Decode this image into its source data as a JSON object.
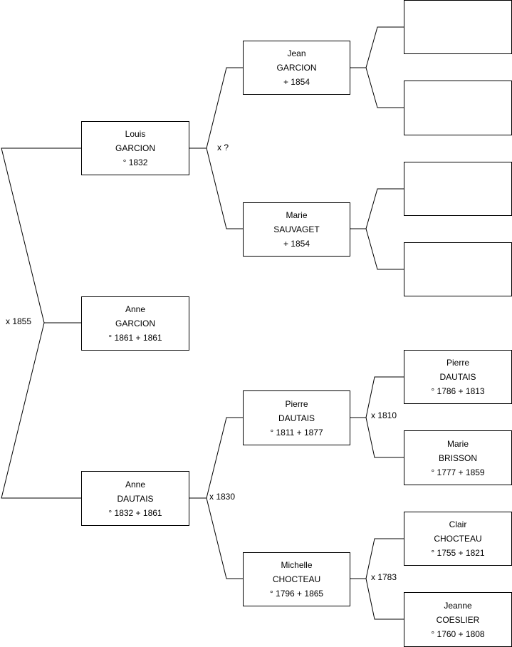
{
  "persons": {
    "anne_garcion": {
      "first": "Anne",
      "last": "GARCION",
      "dates": "° 1861 + 1861"
    },
    "louis_garcion": {
      "first": "Louis",
      "last": "GARCION",
      "dates": "° 1832"
    },
    "anne_dautais": {
      "first": "Anne",
      "last": "DAUTAIS",
      "dates": "° 1832 + 1861"
    },
    "jean_garcion": {
      "first": "Jean",
      "last": "GARCION",
      "dates": "+ 1854"
    },
    "marie_sauvaget": {
      "first": "Marie",
      "last": "SAUVAGET",
      "dates": "+ 1854"
    },
    "pierre_dautais_1811": {
      "first": "Pierre",
      "last": "DAUTAIS",
      "dates": "° 1811 + 1877"
    },
    "michelle_chocteau": {
      "first": "Michelle",
      "last": "CHOCTEAU",
      "dates": "° 1796 + 1865"
    },
    "pierre_dautais_1786": {
      "first": "Pierre",
      "last": "DAUTAIS",
      "dates": "° 1786 + 1813"
    },
    "marie_brisson": {
      "first": "Marie",
      "last": "BRISSON",
      "dates": "° 1777 + 1859"
    },
    "clair_chocteau": {
      "first": "Clair",
      "last": "CHOCTEAU",
      "dates": "° 1755 + 1821"
    },
    "jeanne_coeslier": {
      "first": "Jeanne",
      "last": "COESLIER",
      "dates": "° 1760 + 1808"
    }
  },
  "marriages": {
    "root": "x 1855",
    "louis": "x ?",
    "anne_dautais": "x 1830",
    "pierre_1811": "x 1810",
    "michelle": "x 1783"
  }
}
